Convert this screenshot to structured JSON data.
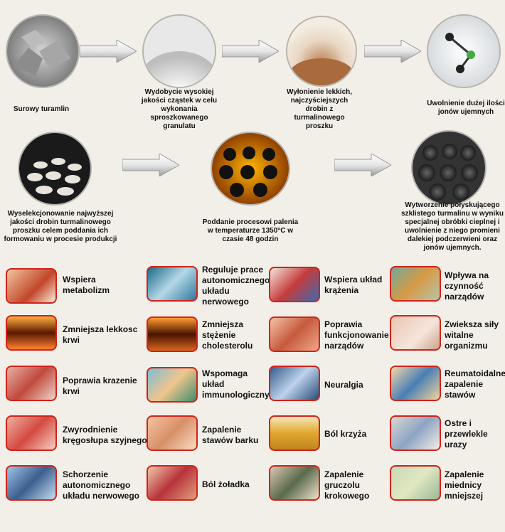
{
  "process": {
    "step1": "Surowy turamlin",
    "step2": "Wydobycie wysokiej jakości cząstek w celu wykonania sproszkowanego granulatu",
    "step3": "Wyłonienie lekkich, najczyściejszych drobin z turmalinowego proszku",
    "step4": "Uwolnienie dużej ilości jonów ujemnych",
    "step5": "Wyselekcjonowanie najwyższej jakości drobin turmalinowego proszku celem poddania ich formowaniu w procesie produkcji",
    "step6": "Poddanie procesowi palenia w temperaturze 1350°C w czasie 48 godzin",
    "step7": "Wytworzenie połyskującego szklistego turmalinu w wyniku specjalnej obróbki cieplnej i uwolnienie z niego promieni dalekiej podczerwieni oraz jonów ujemnych."
  },
  "benefits": [
    "Wspiera metabolizm",
    "Reguluje prace autonomicznego układu nerwowego",
    "Wspiera układ krążenia",
    "Wpływa na czynność narządów",
    "Zmniejsza lekkosc krwi",
    "Zmniejsza stężenie cholesterolu",
    "Poprawia funkcjonowanie narządów",
    "Zwieksza siły witalne organizmu",
    "Poprawia krazenie krwi",
    "Wspomaga układ immunologiczny",
    "Neuralgia",
    "Reumatoidalne zapalenie stawów",
    "Zwyrodnienie kręgosłupa szyjnego",
    "Zapalenie stawów barku",
    "Ból krzyża",
    "Ostre i przewlekle urazy",
    "Schorzenie autonomicznego układu nerwowego",
    "Ból żoładka",
    "Zapalenie gruczolu krokowego",
    "Zapalenie miednicy mniejszej"
  ]
}
